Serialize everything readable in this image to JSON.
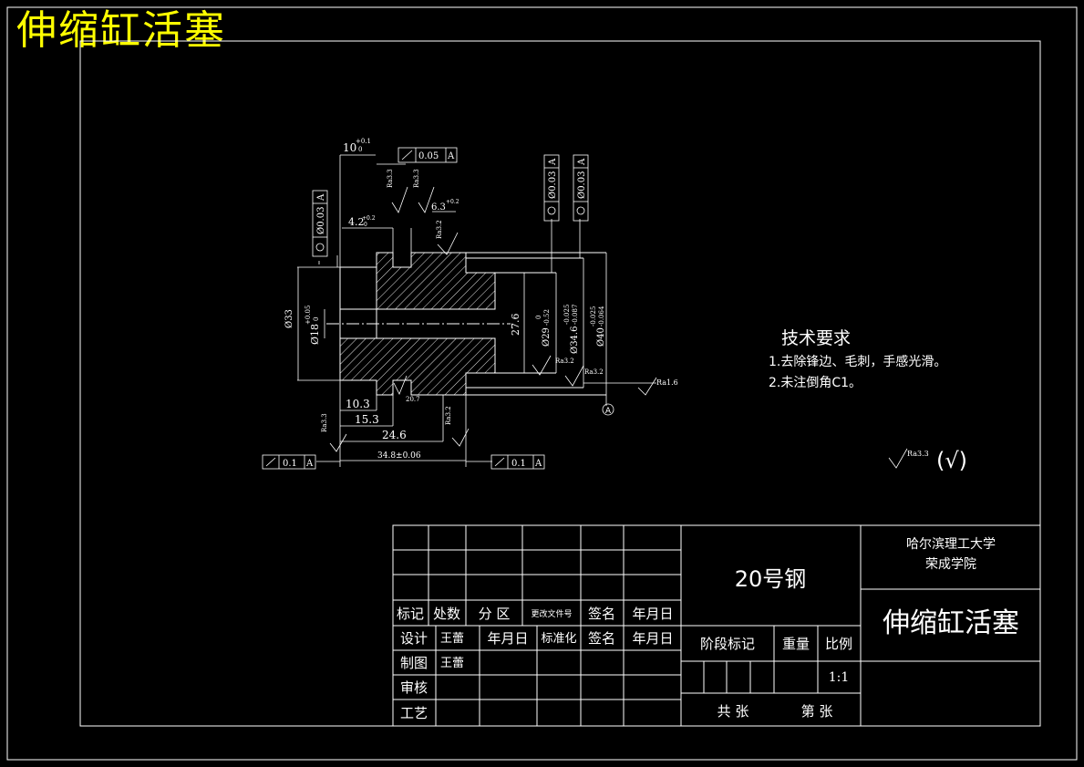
{
  "banner_title": "伸缩缸活塞",
  "drawing": {
    "dims": {
      "d10": "10",
      "d10_tol": "+0.1",
      "d10_tol2": "0",
      "d42": "4.2",
      "d42_tol": "+0.2",
      "d42_tol2": "0",
      "d63": "6.3",
      "d63_tol": "+0.2",
      "d103": "10.3",
      "d153": "15.3",
      "d246": "24.6",
      "d348": "34.8±0.06",
      "d33": "Ø33",
      "d18": "Ø18",
      "d18_tol": "+0.05",
      "d18_tol2": "0",
      "d276": "27.6",
      "d29": "Ø29",
      "d29_tol": "0",
      "d29_tol2": "-0.52",
      "d346": "Ø34.6",
      "d346_tol": "-0.025",
      "d346_tol2": "-0.087",
      "d40": "Ø40",
      "d40_tol": "-0.025",
      "d40_tol2": "-0.064",
      "angle": "20.7"
    },
    "fcf": {
      "runout_top": "0.05",
      "runout_top_ref": "A",
      "coax_left": "Ø0.03",
      "coax_left_ref": "A",
      "coax_r1": "Ø0.03",
      "coax_r1_ref": "A",
      "coax_r2": "Ø0.03",
      "coax_r2_ref": "A",
      "runout_bl": "0.1",
      "runout_bl_ref": "A",
      "runout_br": "0.1",
      "runout_br_ref": "A"
    },
    "rough": {
      "r1": "Ra3.3",
      "r2": "Ra3.3",
      "r3": "Ra3.2",
      "r4": "Ra3.2",
      "r5": "Ra3.2",
      "r6": "Ra1.6",
      "r7": "Ra3.3",
      "r8": "Ra3.2"
    },
    "datum": "A"
  },
  "tech_requirements": {
    "title": "技术要求",
    "items": [
      "1.去除锋边、毛刺，手感光滑。",
      "2.未注倒角C1。"
    ]
  },
  "general_roughness": {
    "value": "Ra3.3",
    "suffix": "(√)"
  },
  "title_block": {
    "material": "20号钢",
    "school_line1": "哈尔滨理工大学",
    "school_line2": "荣成学院",
    "part_name": "伸缩缸活塞",
    "revision_headers": [
      "标记",
      "处数",
      "分 区",
      "更改文件号",
      "签名",
      "年月日"
    ],
    "design_label": "设计",
    "design_name": "王蕾",
    "design_date": "年月日",
    "standard_label": "标准化",
    "standard_sign": "签名",
    "standard_date": "年月日",
    "draw_label": "制图",
    "draw_name": "王蕾",
    "check_label": "审核",
    "process_label": "工艺",
    "stage_label": "阶段标记",
    "weight_label": "重量",
    "scale_label": "比例",
    "scale_value": "1:1",
    "sheet_total": "共 张",
    "sheet_no": "第 张"
  },
  "colors": {
    "background": "#000000",
    "lines": "#ffffff",
    "banner": "#ffff00"
  }
}
